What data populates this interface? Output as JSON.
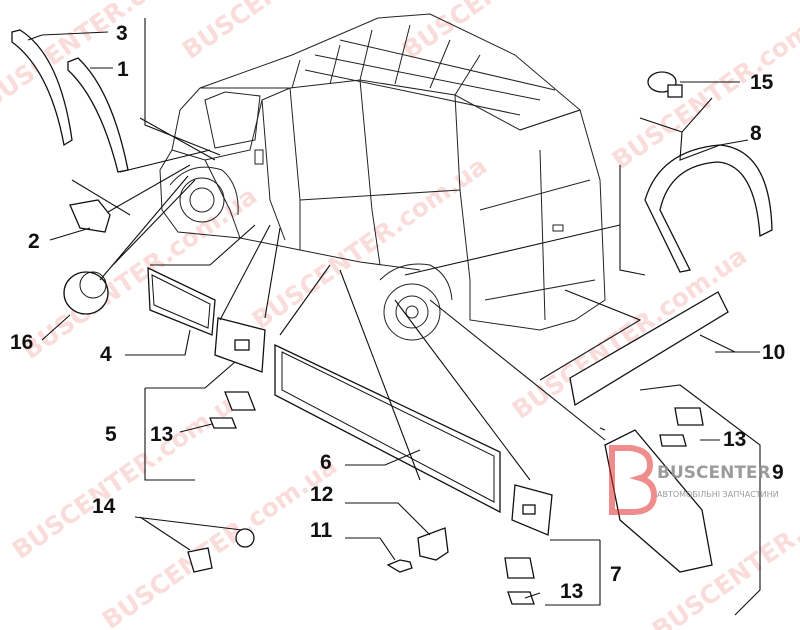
{
  "diagram": {
    "callouts": [
      {
        "id": "c3",
        "text": "3"
      },
      {
        "id": "c1",
        "text": "1"
      },
      {
        "id": "c2",
        "text": "2"
      },
      {
        "id": "c16",
        "text": "16"
      },
      {
        "id": "c4",
        "text": "4"
      },
      {
        "id": "c5",
        "text": "5"
      },
      {
        "id": "c13a",
        "text": "13"
      },
      {
        "id": "c6",
        "text": "6"
      },
      {
        "id": "c14",
        "text": "14"
      },
      {
        "id": "c12",
        "text": "12"
      },
      {
        "id": "c11",
        "text": "11"
      },
      {
        "id": "c15",
        "text": "15"
      },
      {
        "id": "c8",
        "text": "8"
      },
      {
        "id": "c10",
        "text": "10"
      },
      {
        "id": "c13b",
        "text": "13"
      },
      {
        "id": "c9",
        "text": "9"
      },
      {
        "id": "c7",
        "text": "7"
      },
      {
        "id": "c13c",
        "text": "13"
      }
    ]
  },
  "watermark": {
    "text": "BUSCENTER.com.ua",
    "logo_main": "BUSCENTER",
    "logo_sub": "АВТОМОБІЛЬНІ ЗАПЧАСТИНИ",
    "color": "#e0302c"
  }
}
